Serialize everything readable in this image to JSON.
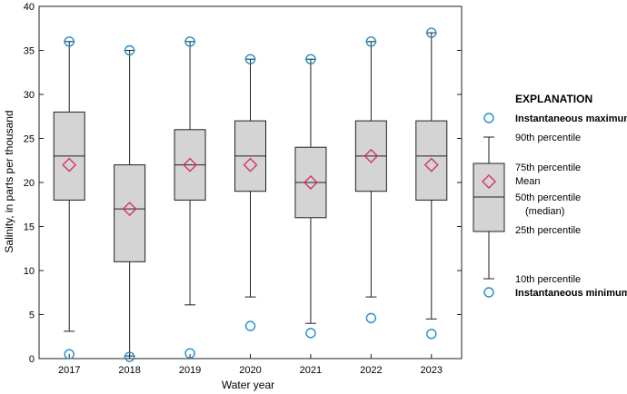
{
  "chart_data": {
    "type": "boxplot",
    "xlabel": "Water year",
    "ylabel": "Salinity, in parts per thousand",
    "ylim": [
      0,
      40
    ],
    "yticks": [
      0,
      5,
      10,
      15,
      20,
      25,
      30,
      35,
      40
    ],
    "grid": false,
    "categories": [
      "2017",
      "2018",
      "2019",
      "2020",
      "2021",
      "2022",
      "2023"
    ],
    "boxes": [
      {
        "category": "2017",
        "p10": 3.1,
        "p25": 18,
        "median": 23,
        "p75": 28,
        "p90": 36,
        "mean": 22,
        "min": 0.5,
        "max": 36
      },
      {
        "category": "2018",
        "p10": 0.3,
        "p25": 11,
        "median": 17,
        "p75": 22,
        "p90": 35,
        "mean": 17,
        "min": 0.2,
        "max": 35
      },
      {
        "category": "2019",
        "p10": 6.1,
        "p25": 18,
        "median": 22,
        "p75": 26,
        "p90": 36,
        "mean": 22,
        "min": 0.6,
        "max": 36
      },
      {
        "category": "2020",
        "p10": 7,
        "p25": 19,
        "median": 23,
        "p75": 27,
        "p90": 34,
        "mean": 22,
        "min": 3.7,
        "max": 34
      },
      {
        "category": "2021",
        "p10": 4,
        "p25": 16,
        "median": 20,
        "p75": 24,
        "p90": 34,
        "mean": 20,
        "min": 2.9,
        "max": 34
      },
      {
        "category": "2022",
        "p10": 7,
        "p25": 19,
        "median": 23,
        "p75": 27,
        "p90": 36,
        "mean": 23,
        "min": 4.6,
        "max": 36
      },
      {
        "category": "2023",
        "p10": 4.5,
        "p25": 18,
        "median": 23,
        "p75": 27,
        "p90": 37,
        "mean": 22,
        "min": 2.8,
        "max": 37
      }
    ],
    "legend": {
      "title": "EXPLANATION",
      "placement": "right",
      "max_label": "Instantaneous maximum",
      "p90_label": "90th percentile",
      "p75_label": "75th percentile",
      "mean_label": "Mean",
      "median_label_1": "50th percentile",
      "median_label_2": "(median)",
      "p25_label": "25th percentile",
      "p10_label": "10th percentile",
      "min_label": "Instantaneous minimum"
    },
    "colors": {
      "box_fill": "#d4d4d4",
      "line": "#231f20",
      "mean_marker": "#d6336c",
      "extreme_marker": "#1e90c8"
    }
  }
}
